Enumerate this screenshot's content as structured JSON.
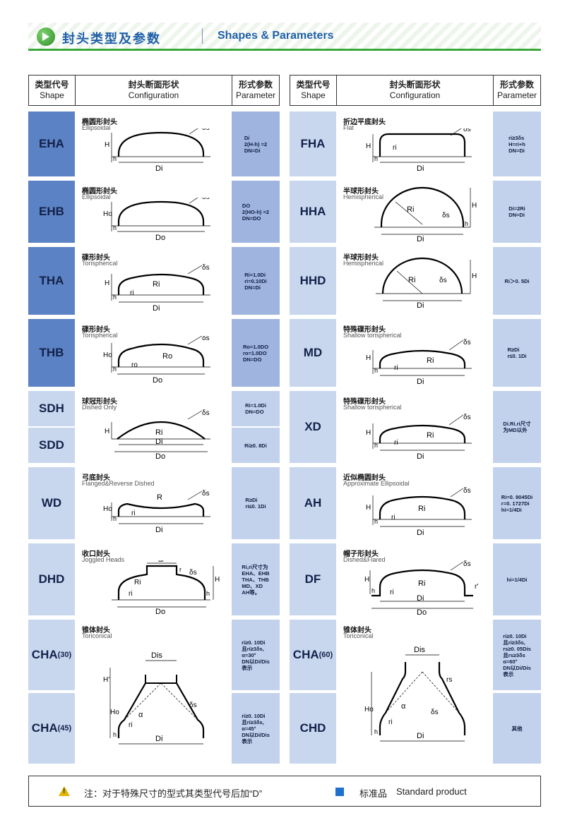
{
  "header": {
    "title_cn": "封头类型及参数",
    "title_en": "Shapes & Parameters"
  },
  "columns": {
    "shape_cn": "类型代号",
    "shape_en": "Shape",
    "config_cn": "封头断面形状",
    "config_en": "Configuration",
    "param_cn": "形式参数",
    "param_en": "Parameter"
  },
  "left": [
    {
      "code": "EHA",
      "name_cn": "椭圆形封头",
      "name_en": "Ellipsoidal",
      "param": "Di\n2(H-h) =2\nDN=Di",
      "labels": [
        "δs",
        "H",
        "h",
        "Di"
      ]
    },
    {
      "code": "EHB",
      "name_cn": "椭圆形封头",
      "name_en": "Ellipsoidal",
      "param": "DO\n2(HO-h) =2\nDN=DO",
      "labels": [
        "δs",
        "Ho",
        "h",
        "Do"
      ]
    },
    {
      "code": "THA",
      "name_cn": "碟形封头",
      "name_en": "Torispherical",
      "param": "Ri=1.0Di\nri=0.10Di\nDN=Di",
      "labels": [
        "δs",
        "Ri",
        "H",
        "h",
        "ri",
        "Di"
      ]
    },
    {
      "code": "THB",
      "name_cn": "碟形封头",
      "name_en": "Torispherical",
      "param": "Ro=1.0DO\nro=1.0DO\nDN=DO",
      "labels": [
        "δs",
        "Ro",
        "Ho",
        "h",
        "ro",
        "Do"
      ]
    },
    {
      "code": "SDH",
      "name_cn": "球冠形封头",
      "name_en": "Dished Only",
      "param": "Ri=1.0Di\nDN=DO",
      "labels": [
        "δs",
        "Ri",
        "H",
        "Di",
        "Do"
      ]
    },
    {
      "code": "SDD",
      "param": "Ri≥0. 8Di"
    },
    {
      "code": "WD",
      "name_cn": "弓底封头",
      "name_en": "Flanged&Reverse Dished",
      "param": "R≥Di\nri≤0. 1Di",
      "labels": [
        "δs",
        "R",
        "Ho",
        "h",
        "ri",
        "Di"
      ]
    },
    {
      "code": "DHD",
      "name_cn": "收口封头",
      "name_en": "Joggled Heads",
      "param": "Ri,ri尺寸为\nEHA、EHB\nTHA、THB\nMD、XD\nAH等。",
      "labels": [
        "di",
        "δs",
        "Ri",
        "ri",
        "H",
        "h",
        "r",
        "Do"
      ]
    },
    {
      "code": "CHA",
      "code_sub": "(30)",
      "name_cn": "锥体封头",
      "name_en": "Toriconical",
      "param": "ri≥0. 10Di\n且ri≥3δs,\nα=30°\nDN以Di/Dis\n表示",
      "labels": [
        "Dis",
        "H'",
        "Ho",
        "δs",
        "α",
        "ri",
        "h",
        "Di"
      ]
    },
    {
      "code": "CHA",
      "code_sub": "(45)",
      "param": "ri≥0. 10Di\n且ri≥3δs,\nα=45°\nDN以Di/Dis\n表示"
    }
  ],
  "right": [
    {
      "code": "FHA",
      "name_cn": "折边平底封头",
      "name_en": "Flat",
      "param": "ri≥3δs\nH=ri+h\nDN=Di",
      "labels": [
        "δs",
        "H",
        "h",
        "ri",
        "Di"
      ]
    },
    {
      "code": "HHA",
      "name_cn": "半球形封头",
      "name_en": "Hemispherical",
      "param": "Di=2Ri\nDN=Di",
      "labels": [
        "Ri",
        "δs",
        "H",
        "h",
        "Di"
      ]
    },
    {
      "code": "HHD",
      "name_cn": "半球形封头",
      "name_en": "Hemispherical",
      "param": "Ri＞0. 5Di",
      "labels": [
        "Ri",
        "δs",
        "H",
        "Di"
      ]
    },
    {
      "code": "MD",
      "name_cn": "特殊碟形封头",
      "name_en": "Shallow torispherical",
      "param": "R≥Di\nr≤0. 1Di",
      "labels": [
        "δs",
        "Ri",
        "H",
        "h",
        "ri",
        "Di"
      ]
    },
    {
      "code": "XD",
      "name_cn": "特殊碟形封头",
      "name_en": "Shallow torispherical",
      "param": "Di.Ri.ri尺寸\n为MD以外",
      "labels": [
        "δs",
        "Ri",
        "H",
        "h",
        "ri",
        "Di"
      ]
    },
    {
      "code": "AH",
      "name_cn": "近似椭圆封头",
      "name_en": "Approximate Ellipsoidal",
      "param": "Ri=0. 9045Di\nr=0. 1727Di\nhi=1/4Di",
      "labels": [
        "δs",
        "Ri",
        "H",
        "h",
        "ri",
        "Di"
      ]
    },
    {
      "code": "DF",
      "name_cn": "帽子形封头",
      "name_en": "Dished&Flared",
      "param": "hi=1/4Di",
      "labels": [
        "δs",
        "Ri",
        "H",
        "h",
        "ri",
        "r'",
        "Di",
        "Do"
      ]
    },
    {
      "code": "CHA",
      "code_sub": "(60)",
      "name_cn": "锥体封头",
      "name_en": "Toriconical",
      "param": "ri≥0. 10Di\n且ri≥3δs,\nrs≥0. 05Dis\n且rs≥3δs\nα=60°\nDN以Di/Dis\n表示",
      "labels": [
        "Dis",
        "rs",
        "Ho",
        "α",
        "δs",
        "ri",
        "h",
        "Di"
      ]
    },
    {
      "code": "CHD",
      "param": "其他"
    }
  ],
  "footer": {
    "note": "注：对于特殊尺寸的型式其类型代号后加“D”",
    "std_cn": "标准品",
    "std_en": "Standard product"
  }
}
